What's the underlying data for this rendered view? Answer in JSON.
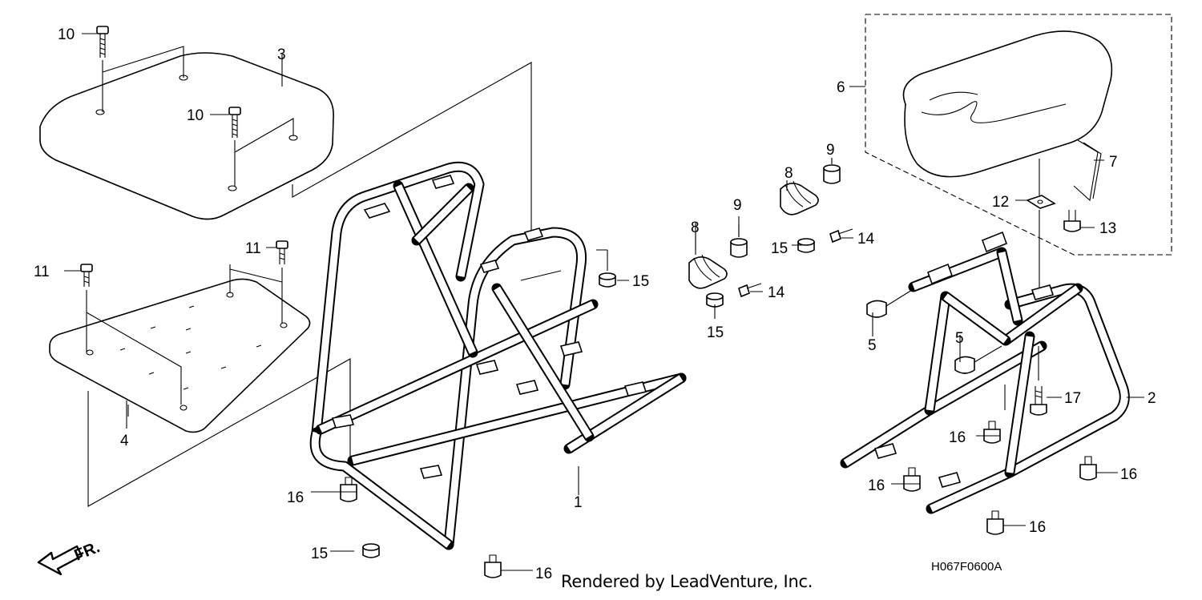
{
  "diagram": {
    "callouts": {
      "c1": "1",
      "c2": "2",
      "c3": "3",
      "c4": "4",
      "c5a": "5",
      "c5b": "5",
      "c6": "6",
      "c7": "7",
      "c8a": "8",
      "c8b": "8",
      "c9a": "9",
      "c9b": "9",
      "c10a": "10",
      "c10b": "10",
      "c11a": "11",
      "c11b": "11",
      "c12": "12",
      "c13": "13",
      "c14a": "14",
      "c14b": "14",
      "c15a": "15",
      "c15b": "15",
      "c15c": "15",
      "c15d": "15",
      "c16a": "16",
      "c16b": "16",
      "c16c": "16",
      "c16d": "16",
      "c16e": "16",
      "c16f": "16",
      "c17": "17"
    },
    "direction_label": "FR.",
    "diagram_code": "H067F0600A",
    "credit": "Rendered by LeadVenture, Inc."
  }
}
